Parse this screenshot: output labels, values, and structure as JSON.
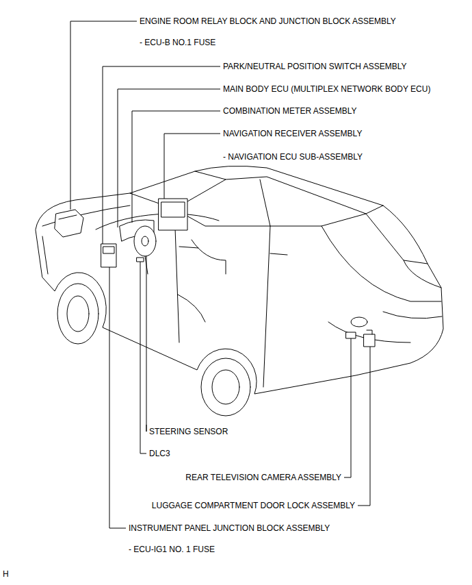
{
  "diagram": {
    "labels": [
      "ENGINE ROOM RELAY BLOCK AND JUNCTION BLOCK ASSEMBLY",
      "- ECU-B NO.1 FUSE",
      "PARK/NEUTRAL POSITION SWITCH ASSEMBLY",
      "MAIN BODY ECU (MULTIPLEX NETWORK BODY ECU)",
      "COMBINATION METER ASSEMBLY",
      "NAVIGATION RECEIVER ASSEMBLY",
      "- NAVIGATION ECU SUB-ASSEMBLY",
      "STEERING SENSOR",
      "DLC3",
      "REAR TELEVISION CAMERA ASSEMBLY",
      "LUGGAGE COMPARTMENT DOOR LOCK ASSEMBLY",
      "INSTRUMENT PANEL JUNCTION BLOCK ASSEMBLY",
      "- ECU-IG1 NO. 1 FUSE",
      "H"
    ]
  }
}
